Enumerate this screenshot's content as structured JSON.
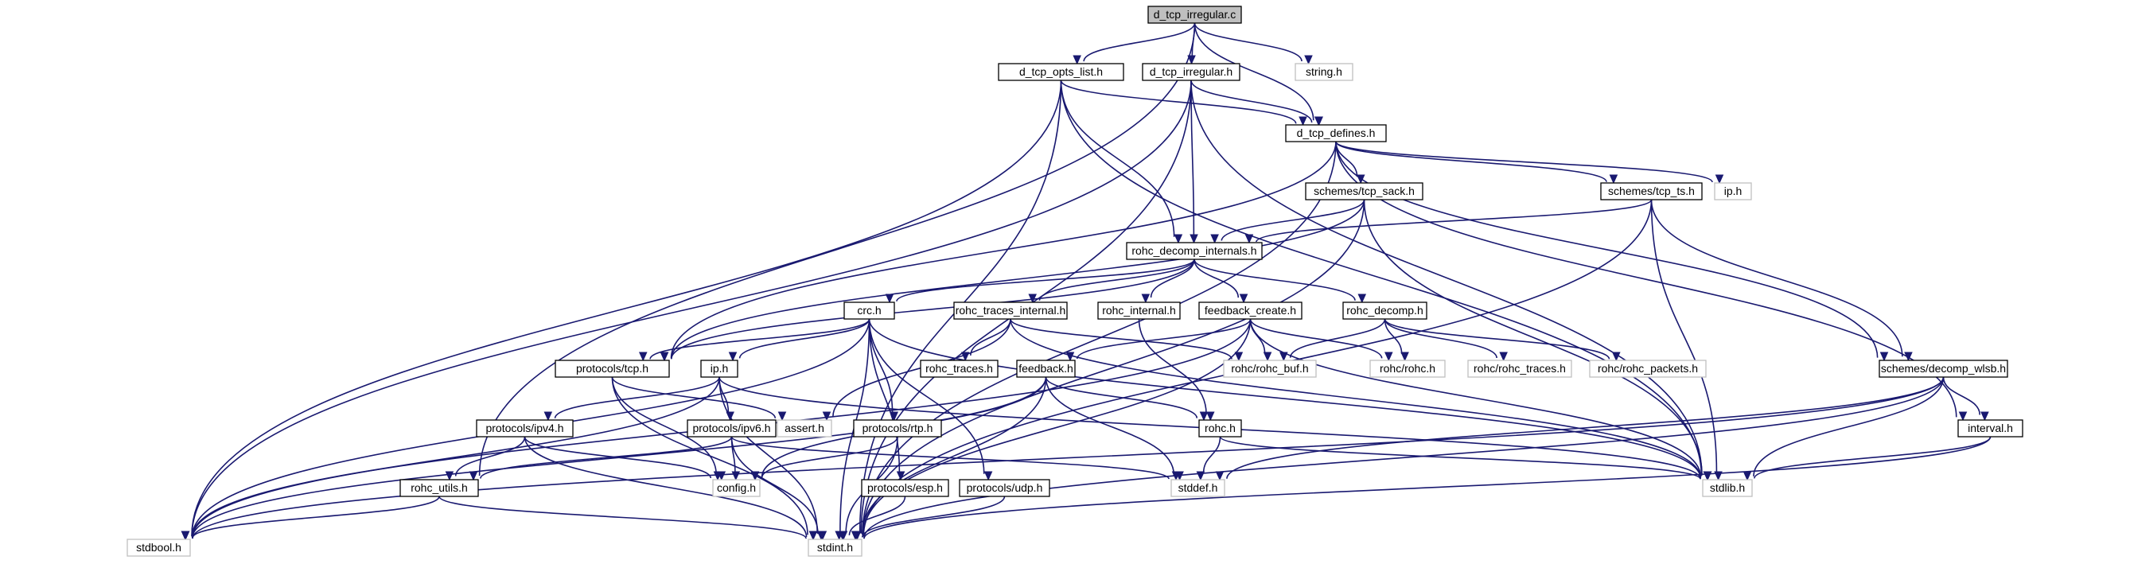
{
  "colors": {
    "edge": "#191970",
    "root_fill": "#bfbfbf",
    "node_border": "#000000",
    "external_border": "#bfbfbf",
    "background": "#ffffff"
  },
  "nodes": [
    {
      "id": "d_tcp_irregular_c",
      "label": "d_tcp_irregular.c",
      "kind": "root"
    },
    {
      "id": "d_tcp_opts_list_h",
      "label": "d_tcp_opts_list.h",
      "kind": "local"
    },
    {
      "id": "d_tcp_irregular_h",
      "label": "d_tcp_irregular.h",
      "kind": "local"
    },
    {
      "id": "string_h",
      "label": "string.h",
      "kind": "external"
    },
    {
      "id": "d_tcp_defines_h",
      "label": "d_tcp_defines.h",
      "kind": "local"
    },
    {
      "id": "schemes_tcp_sack_h",
      "label": "schemes/tcp_sack.h",
      "kind": "local"
    },
    {
      "id": "schemes_tcp_ts_h",
      "label": "schemes/tcp_ts.h",
      "kind": "local"
    },
    {
      "id": "ip_h_ext",
      "label": "ip.h",
      "kind": "external"
    },
    {
      "id": "rohc_decomp_internals_h",
      "label": "rohc_decomp_internals.h",
      "kind": "local"
    },
    {
      "id": "crc_h",
      "label": "crc.h",
      "kind": "local"
    },
    {
      "id": "rohc_traces_internal_h",
      "label": "rohc_traces_internal.h",
      "kind": "local"
    },
    {
      "id": "rohc_internal_h",
      "label": "rohc_internal.h",
      "kind": "local"
    },
    {
      "id": "feedback_create_h",
      "label": "feedback_create.h",
      "kind": "local"
    },
    {
      "id": "rohc_decomp_h",
      "label": "rohc_decomp.h",
      "kind": "local"
    },
    {
      "id": "protocols_tcp_h",
      "label": "protocols/tcp.h",
      "kind": "local"
    },
    {
      "id": "rohc_traces_h",
      "label": "rohc_traces.h",
      "kind": "local"
    },
    {
      "id": "rohc_rohc_buf_h",
      "label": "rohc/rohc_buf.h",
      "kind": "external"
    },
    {
      "id": "rohc_rohc_h",
      "label": "rohc/rohc.h",
      "kind": "external"
    },
    {
      "id": "rohc_rohc_traces_h",
      "label": "rohc/rohc_traces.h",
      "kind": "external"
    },
    {
      "id": "rohc_rohc_packets_h",
      "label": "rohc/rohc_packets.h",
      "kind": "external"
    },
    {
      "id": "schemes_decomp_wlsb_h",
      "label": "schemes/decomp_wlsb.h",
      "kind": "local"
    },
    {
      "id": "ip_h_local",
      "label": "ip.h",
      "kind": "local"
    },
    {
      "id": "feedback_h",
      "label": "feedback.h",
      "kind": "local"
    },
    {
      "id": "protocols_ipv4_h",
      "label": "protocols/ipv4.h",
      "kind": "local"
    },
    {
      "id": "assert_h",
      "label": "assert.h",
      "kind": "external"
    },
    {
      "id": "protocols_rtp_h",
      "label": "protocols/rtp.h",
      "kind": "local"
    },
    {
      "id": "rohc_h",
      "label": "rohc.h",
      "kind": "local"
    },
    {
      "id": "interval_h",
      "label": "interval.h",
      "kind": "local"
    },
    {
      "id": "protocols_ipv6_h",
      "label": "protocols/ipv6.h",
      "kind": "local"
    },
    {
      "id": "rohc_utils_h",
      "label": "rohc_utils.h",
      "kind": "local"
    },
    {
      "id": "config_h",
      "label": "config.h",
      "kind": "external"
    },
    {
      "id": "stddef_h",
      "label": "stddef.h",
      "kind": "external"
    },
    {
      "id": "stdlib_h",
      "label": "stdlib.h",
      "kind": "external"
    },
    {
      "id": "protocols_esp_h",
      "label": "protocols/esp.h",
      "kind": "local"
    },
    {
      "id": "protocols_udp_h",
      "label": "protocols/udp.h",
      "kind": "local"
    },
    {
      "id": "stdbool_h",
      "label": "stdbool.h",
      "kind": "external"
    },
    {
      "id": "stdint_h",
      "label": "stdint.h",
      "kind": "external"
    }
  ],
  "edges": [
    [
      "d_tcp_irregular_c",
      "d_tcp_opts_list_h"
    ],
    [
      "d_tcp_irregular_c",
      "d_tcp_irregular_h"
    ],
    [
      "d_tcp_irregular_c",
      "string_h"
    ],
    [
      "d_tcp_irregular_c",
      "d_tcp_defines_h"
    ],
    [
      "d_tcp_irregular_c",
      "rohc_utils_h"
    ],
    [
      "d_tcp_opts_list_h",
      "d_tcp_defines_h"
    ],
    [
      "d_tcp_opts_list_h",
      "rohc_decomp_internals_h"
    ],
    [
      "d_tcp_opts_list_h",
      "stdlib_h"
    ],
    [
      "d_tcp_opts_list_h",
      "stdbool_h"
    ],
    [
      "d_tcp_opts_list_h",
      "stdint_h"
    ],
    [
      "d_tcp_irregular_h",
      "d_tcp_defines_h"
    ],
    [
      "d_tcp_irregular_h",
      "rohc_decomp_internals_h"
    ],
    [
      "d_tcp_irregular_h",
      "stdlib_h"
    ],
    [
      "d_tcp_irregular_h",
      "stdbool_h"
    ],
    [
      "d_tcp_irregular_h",
      "stdint_h"
    ],
    [
      "d_tcp_defines_h",
      "schemes_tcp_sack_h"
    ],
    [
      "d_tcp_defines_h",
      "schemes_tcp_ts_h"
    ],
    [
      "d_tcp_defines_h",
      "ip_h_ext"
    ],
    [
      "d_tcp_defines_h",
      "protocols_tcp_h"
    ],
    [
      "d_tcp_defines_h",
      "schemes_decomp_wlsb_h"
    ],
    [
      "d_tcp_defines_h",
      "interval_h"
    ],
    [
      "d_tcp_defines_h",
      "stdint_h"
    ],
    [
      "schemes_tcp_sack_h",
      "rohc_decomp_internals_h"
    ],
    [
      "schemes_tcp_sack_h",
      "protocols_tcp_h"
    ],
    [
      "schemes_tcp_sack_h",
      "stdlib_h"
    ],
    [
      "schemes_tcp_sack_h",
      "stdint_h"
    ],
    [
      "schemes_tcp_ts_h",
      "rohc_decomp_internals_h"
    ],
    [
      "schemes_tcp_ts_h",
      "schemes_decomp_wlsb_h"
    ],
    [
      "schemes_tcp_ts_h",
      "stdlib_h"
    ],
    [
      "schemes_tcp_ts_h",
      "stdint_h"
    ],
    [
      "rohc_decomp_internals_h",
      "crc_h"
    ],
    [
      "rohc_decomp_internals_h",
      "rohc_traces_internal_h"
    ],
    [
      "rohc_decomp_internals_h",
      "rohc_internal_h"
    ],
    [
      "rohc_decomp_internals_h",
      "feedback_create_h"
    ],
    [
      "rohc_decomp_internals_h",
      "rohc_decomp_h"
    ],
    [
      "rohc_decomp_internals_h",
      "protocols_tcp_h"
    ],
    [
      "crc_h",
      "ip_h_local"
    ],
    [
      "crc_h",
      "protocols_tcp_h"
    ],
    [
      "crc_h",
      "protocols_rtp_h"
    ],
    [
      "crc_h",
      "protocols_udp_h"
    ],
    [
      "crc_h",
      "protocols_esp_h"
    ],
    [
      "crc_h",
      "stdlib_h"
    ],
    [
      "crc_h",
      "stdbool_h"
    ],
    [
      "crc_h",
      "stdint_h"
    ],
    [
      "rohc_traces_internal_h",
      "rohc_traces_h"
    ],
    [
      "rohc_traces_internal_h",
      "rohc_rohc_buf_h"
    ],
    [
      "rohc_traces_internal_h",
      "assert_h"
    ],
    [
      "rohc_traces_internal_h",
      "stdlib_h"
    ],
    [
      "rohc_internal_h",
      "rohc_h"
    ],
    [
      "feedback_create_h",
      "feedback_h"
    ],
    [
      "feedback_create_h",
      "rohc_rohc_buf_h"
    ],
    [
      "feedback_create_h",
      "rohc_rohc_h"
    ],
    [
      "feedback_create_h",
      "stdlib_h"
    ],
    [
      "feedback_create_h",
      "stdbool_h"
    ],
    [
      "feedback_create_h",
      "stdint_h"
    ],
    [
      "rohc_decomp_h",
      "rohc_rohc_buf_h"
    ],
    [
      "rohc_decomp_h",
      "rohc_rohc_h"
    ],
    [
      "rohc_decomp_h",
      "rohc_rohc_traces_h"
    ],
    [
      "rohc_decomp_h",
      "rohc_rohc_packets_h"
    ],
    [
      "protocols_tcp_h",
      "assert_h"
    ],
    [
      "protocols_tcp_h",
      "config_h"
    ],
    [
      "protocols_tcp_h",
      "stdint_h"
    ],
    [
      "ip_h_local",
      "protocols_ipv4_h"
    ],
    [
      "ip_h_local",
      "protocols_ipv6_h"
    ],
    [
      "ip_h_local",
      "stdlib_h"
    ],
    [
      "ip_h_local",
      "stdbool_h"
    ],
    [
      "ip_h_local",
      "stdint_h"
    ],
    [
      "feedback_h",
      "rohc_h"
    ],
    [
      "feedback_h",
      "config_h"
    ],
    [
      "feedback_h",
      "stddef_h"
    ],
    [
      "feedback_h",
      "stdbool_h"
    ],
    [
      "feedback_h",
      "stdint_h"
    ],
    [
      "protocols_ipv4_h",
      "rohc_utils_h"
    ],
    [
      "protocols_ipv4_h",
      "config_h"
    ],
    [
      "protocols_ipv4_h",
      "stdint_h"
    ],
    [
      "protocols_ipv6_h",
      "rohc_utils_h"
    ],
    [
      "protocols_ipv6_h",
      "config_h"
    ],
    [
      "protocols_ipv6_h",
      "stddef_h"
    ],
    [
      "protocols_ipv6_h",
      "stdint_h"
    ],
    [
      "protocols_rtp_h",
      "config_h"
    ],
    [
      "protocols_rtp_h",
      "stdint_h"
    ],
    [
      "rohc_h",
      "stddef_h"
    ],
    [
      "rohc_h",
      "stdlib_h"
    ],
    [
      "schemes_decomp_wlsb_h",
      "interval_h"
    ],
    [
      "schemes_decomp_wlsb_h",
      "stddef_h"
    ],
    [
      "schemes_decomp_wlsb_h",
      "stdlib_h"
    ],
    [
      "schemes_decomp_wlsb_h",
      "stdbool_h"
    ],
    [
      "schemes_decomp_wlsb_h",
      "stdint_h"
    ],
    [
      "interval_h",
      "stdlib_h"
    ],
    [
      "interval_h",
      "stdint_h"
    ],
    [
      "rohc_utils_h",
      "stdbool_h"
    ],
    [
      "rohc_utils_h",
      "stdint_h"
    ],
    [
      "protocols_esp_h",
      "stdint_h"
    ],
    [
      "protocols_udp_h",
      "stdint_h"
    ]
  ]
}
